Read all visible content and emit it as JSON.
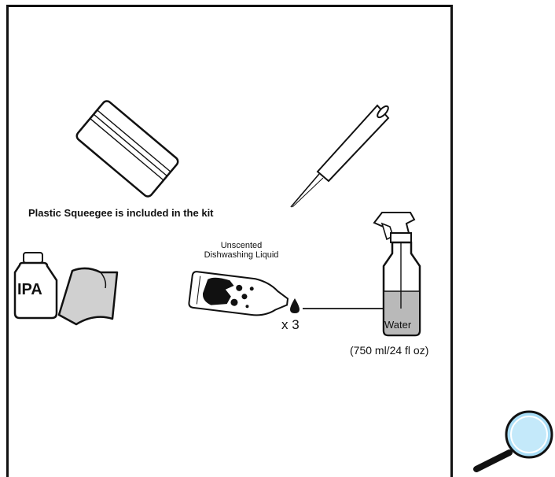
{
  "squeegee": {
    "caption": "Plastic Squeegee is included in the kit"
  },
  "dishwashing": {
    "label": "Unscented Dishwashing Liquid",
    "drops": "x 3"
  },
  "spray_bottle": {
    "content": "Water",
    "volume": "(750 ml/24 fl oz)"
  },
  "ipa": {
    "label": "IPA"
  },
  "icons": [
    "squeegee-icon",
    "pick-tool-icon",
    "ipa-bottle-icon",
    "cloth-icon",
    "dish-soap-bottle-icon",
    "drop-icon",
    "spray-bottle-icon",
    "magnifier-icon"
  ],
  "colors": {
    "line": "#111111",
    "liquid": "#b9b9b9",
    "cloth": "#d0d0d0",
    "magnifier_lens": "#a8ddf6"
  }
}
